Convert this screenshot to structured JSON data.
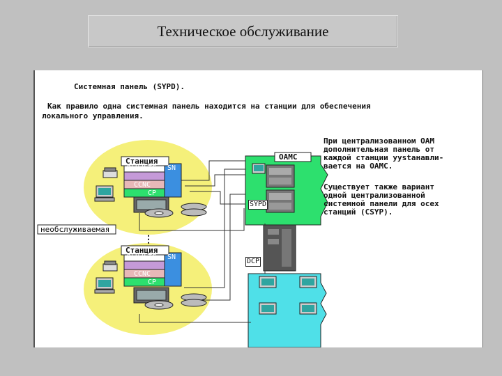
{
  "title": "Техническое обслуживание",
  "heading": "Системная панель (SYPD).",
  "intro_line1": "Как правило одна системная панель находится на станции для обеспечения",
  "intro_line2": "локального управления.",
  "right_text_1": [
    "При централизованном ОАМ",
    "дополнительная панель от",
    "каждой станции ууstанавли-",
    "вается на ОАМС."
  ],
  "right_text_2": [
    "Существует также вариант",
    "одной централизованной",
    "системной панели для осех",
    "станций (CSYP)."
  ],
  "station_label": "Станция",
  "station_modules": [
    "DLU/LTG",
    "CCNC",
    "CP"
  ],
  "sn_label": "SN",
  "oamc_label": "OAMC",
  "sypd_label": "SYPD",
  "dcp_label": "DCP",
  "unattended_label": "необслуживаемая",
  "ellipsis": "⋮",
  "colors": {
    "yellow": "#f5f07a",
    "green": "#2de06e",
    "cyan": "#4fe0e8",
    "pink": "#e8b8b8",
    "blue": "#3b8fe0",
    "purple": "#c59ad8"
  }
}
